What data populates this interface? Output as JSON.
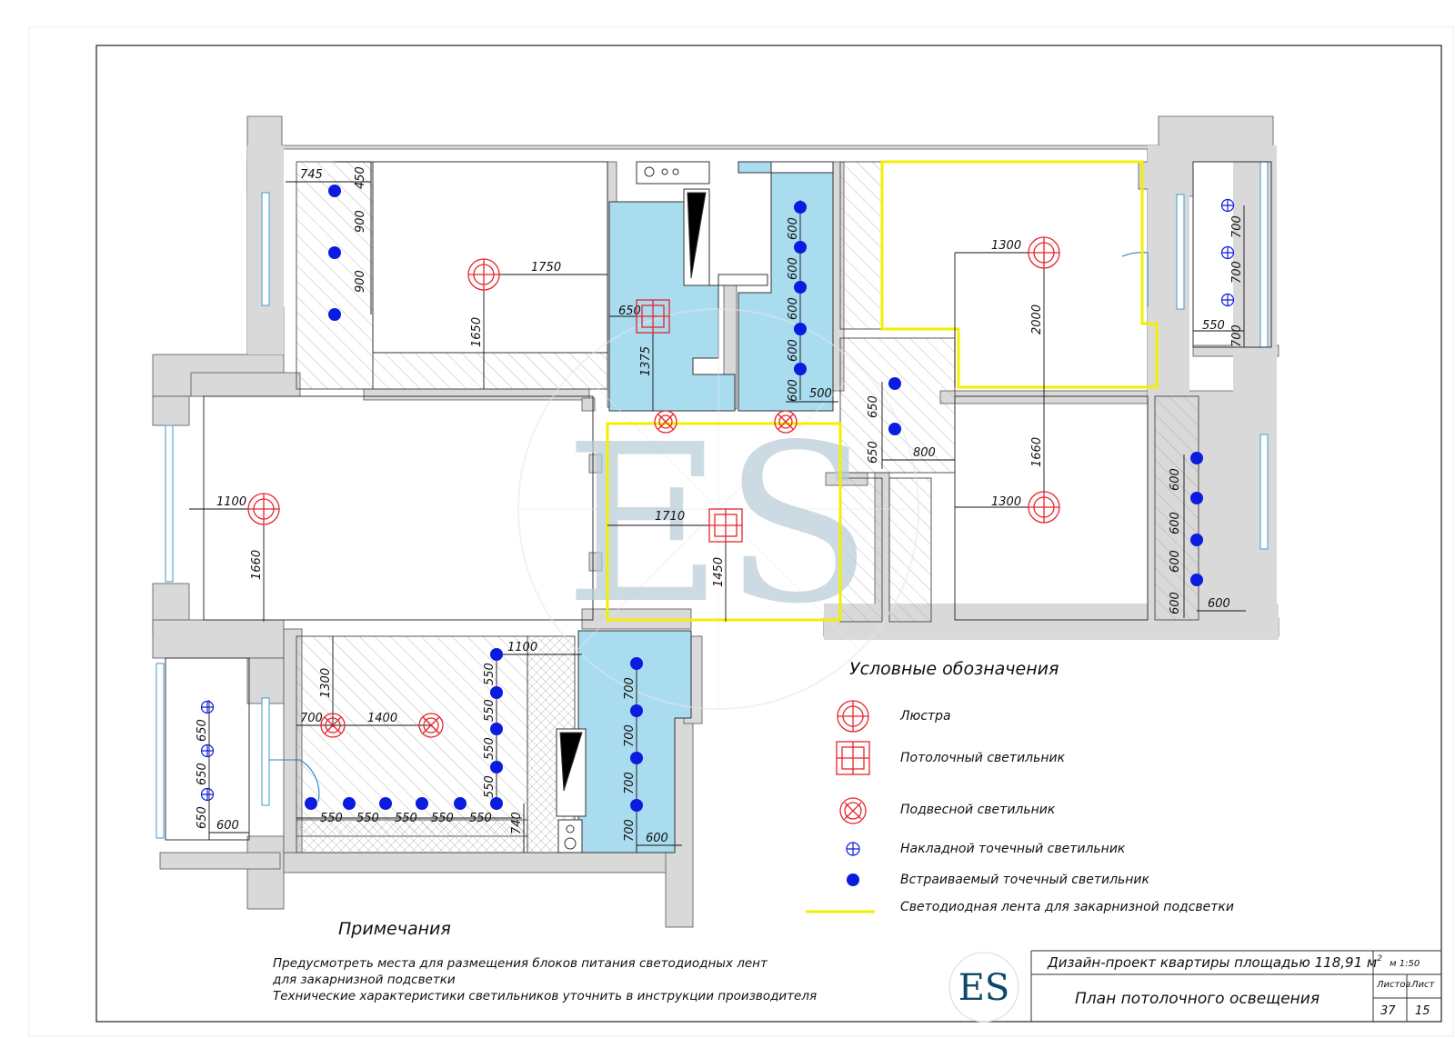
{
  "watermark": {
    "text": "ES"
  },
  "rooms": {
    "dims": [
      {
        "id": "d745",
        "text": "745"
      },
      {
        "id": "d450",
        "text": "450"
      },
      {
        "id": "d900a",
        "text": "900"
      },
      {
        "id": "d900b",
        "text": "900"
      },
      {
        "id": "d1750",
        "text": "1750"
      },
      {
        "id": "d1650",
        "text": "1650"
      },
      {
        "id": "d650a",
        "text": "650"
      },
      {
        "id": "d1375",
        "text": "1375"
      },
      {
        "id": "d600a",
        "text": "600"
      },
      {
        "id": "d600b",
        "text": "600"
      },
      {
        "id": "d600c",
        "text": "600"
      },
      {
        "id": "d600d",
        "text": "600"
      },
      {
        "id": "d600e",
        "text": "600"
      },
      {
        "id": "d500",
        "text": "500"
      },
      {
        "id": "d1300a",
        "text": "1300"
      },
      {
        "id": "d2000",
        "text": "2000"
      },
      {
        "id": "d700a",
        "text": "700"
      },
      {
        "id": "d700b",
        "text": "700"
      },
      {
        "id": "d550a",
        "text": "550"
      },
      {
        "id": "d700c",
        "text": "700"
      },
      {
        "id": "d650b",
        "text": "650"
      },
      {
        "id": "d650c",
        "text": "650"
      },
      {
        "id": "d800",
        "text": "800"
      },
      {
        "id": "d1660a",
        "text": "1660"
      },
      {
        "id": "d1300b",
        "text": "1300"
      },
      {
        "id": "d600f",
        "text": "600"
      },
      {
        "id": "d600g",
        "text": "600"
      },
      {
        "id": "d600h",
        "text": "600"
      },
      {
        "id": "d600i",
        "text": "600"
      },
      {
        "id": "d600j",
        "text": "600"
      },
      {
        "id": "d1100a",
        "text": "1100"
      },
      {
        "id": "d1660b",
        "text": "1660"
      },
      {
        "id": "d1710",
        "text": "1710"
      },
      {
        "id": "d1450",
        "text": "1450"
      },
      {
        "id": "d1100b",
        "text": "1100"
      },
      {
        "id": "d1300c",
        "text": "1300"
      },
      {
        "id": "d700d",
        "text": "700"
      },
      {
        "id": "d1400",
        "text": "1400"
      },
      {
        "id": "d550b",
        "text": "550"
      },
      {
        "id": "d550c",
        "text": "550"
      },
      {
        "id": "d550d",
        "text": "550"
      },
      {
        "id": "d550e",
        "text": "550"
      },
      {
        "id": "d550f",
        "text": "550"
      },
      {
        "id": "d550g",
        "text": "550"
      },
      {
        "id": "d550h",
        "text": "550"
      },
      {
        "id": "d550i",
        "text": "550"
      },
      {
        "id": "d550j",
        "text": "550"
      },
      {
        "id": "d740",
        "text": "740"
      },
      {
        "id": "d700e",
        "text": "700"
      },
      {
        "id": "d700f",
        "text": "700"
      },
      {
        "id": "d700g",
        "text": "700"
      },
      {
        "id": "d700h",
        "text": "700"
      },
      {
        "id": "d600k",
        "text": "600"
      },
      {
        "id": "d650d",
        "text": "650"
      },
      {
        "id": "d650e",
        "text": "650"
      },
      {
        "id": "d650f",
        "text": "650"
      },
      {
        "id": "d600l",
        "text": "600"
      }
    ]
  },
  "legend": {
    "title": "Условные обозначения",
    "items": [
      {
        "key": "chandelier",
        "label": "Люстра"
      },
      {
        "key": "ceiling_lamp",
        "label": "Потолочный светильник"
      },
      {
        "key": "pendant",
        "label": "Подвесной светильник"
      },
      {
        "key": "surface_spot",
        "label": "Накладной точечный светильник"
      },
      {
        "key": "recessed_spot",
        "label": "Встраиваемый точечный светильник"
      },
      {
        "key": "led_strip",
        "label": "Светодиодная лента для закарнизной подсветки"
      }
    ],
    "colors": {
      "red": "#e8242a",
      "blue": "#0b1be0",
      "yellow": "#f2ef00",
      "water": "#aadcf0"
    }
  },
  "notes": {
    "title": "Примечания",
    "lines": [
      "Предусмотреть места для размещения блоков питания светодиодных лент",
      "для закарнизной подсветки",
      "Технические характеристики светильников уточнить в инструкции производителя"
    ]
  },
  "stamp": {
    "logo": "ES",
    "project": "Дизайн-проект квартиры площадью 118,91 м",
    "project_sup": "2",
    "scale": "м 1:50",
    "sheet_title": "План потолочного освещения",
    "sheet_label": "Листов",
    "sheets_label": "Лист",
    "sheets_total": "37",
    "sheet_num": "15"
  }
}
